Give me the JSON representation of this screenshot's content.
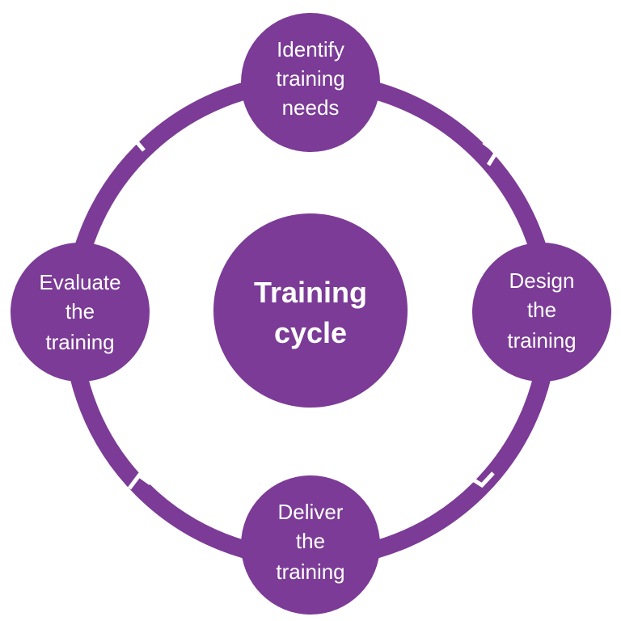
{
  "colors": {
    "ring": "#7b3b96",
    "node": "#7b3b96",
    "text": "#ffffff"
  },
  "center": {
    "lines": [
      "Training",
      "cycle"
    ]
  },
  "nodes": [
    {
      "id": "identify",
      "lines": [
        "Identify",
        "training",
        "needs"
      ]
    },
    {
      "id": "design",
      "lines": [
        "Design",
        "the",
        "training"
      ]
    },
    {
      "id": "deliver",
      "lines": [
        "Deliver",
        "the",
        "training"
      ]
    },
    {
      "id": "evaluate",
      "lines": [
        "Evaluate",
        "the",
        "training"
      ]
    }
  ]
}
